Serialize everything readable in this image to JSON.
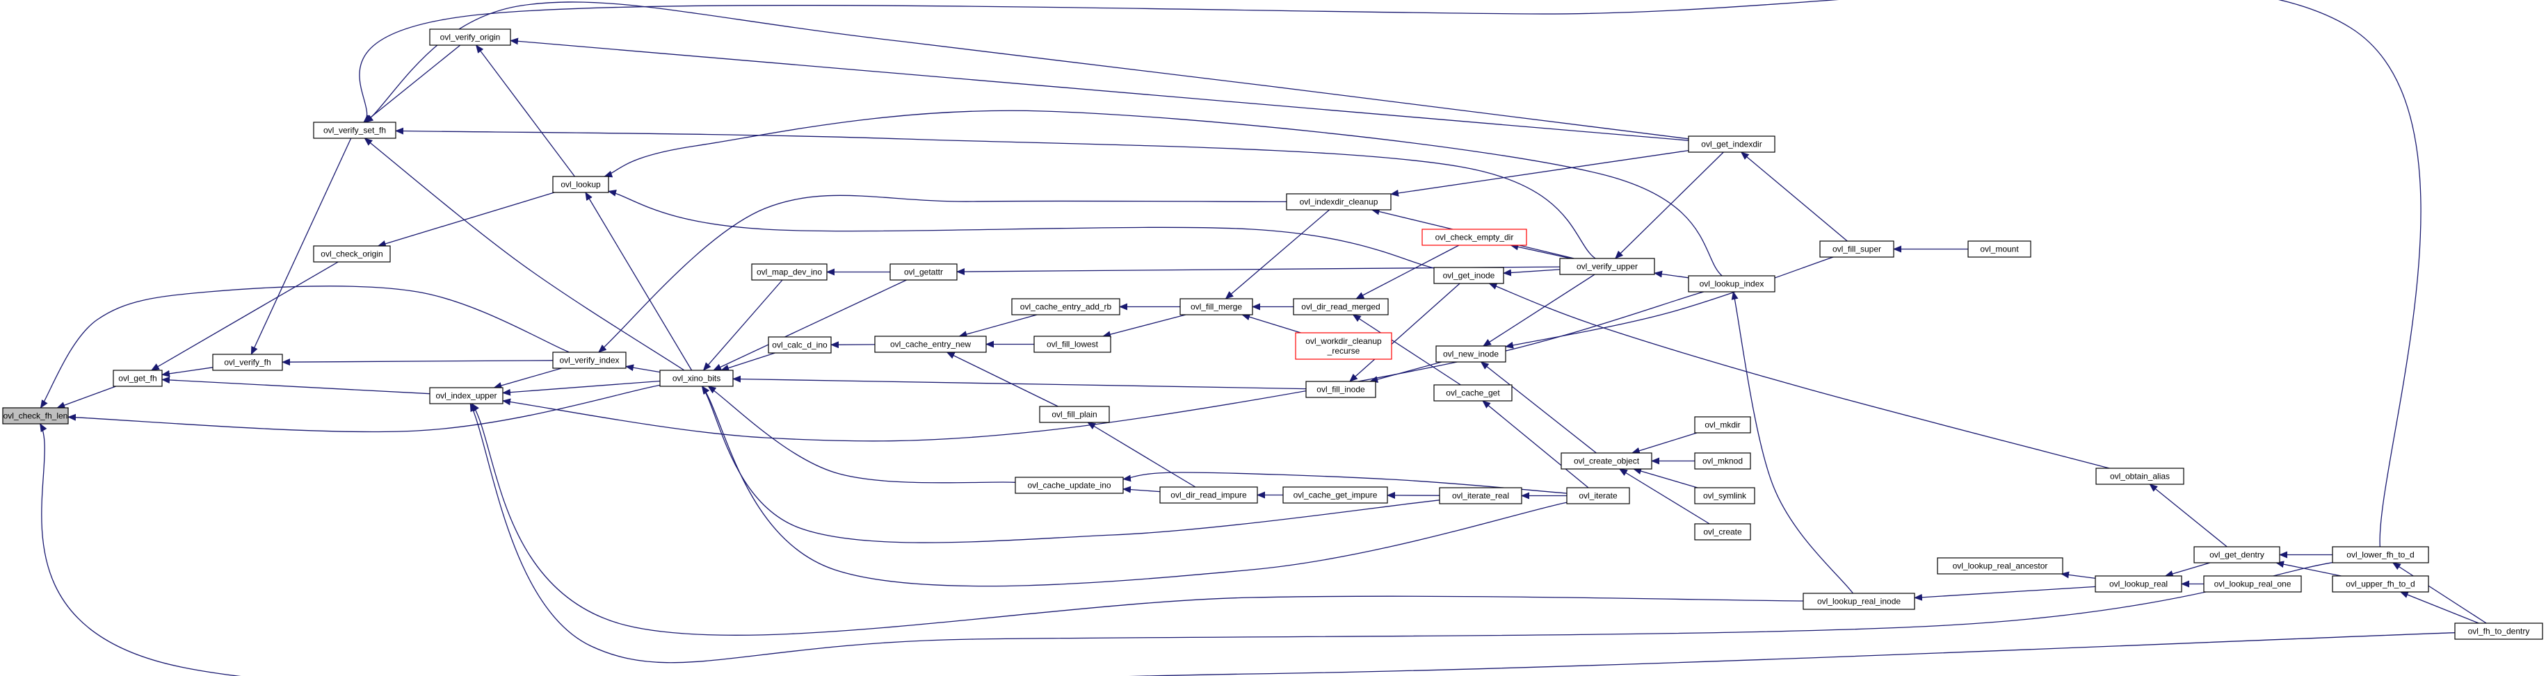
{
  "graph": {
    "title": "",
    "colors": {
      "edge": "#191970",
      "node_border": "#000000",
      "truncated_border": "#ff0000",
      "root_fill": "#bfbfbf",
      "background": "#ffffff"
    },
    "nodes": [
      {
        "id": "ovl_check_fh_len",
        "label": [
          "ovl_check_fh_len"
        ],
        "root": true
      },
      {
        "id": "ovl_get_fh",
        "label": [
          "ovl_get_fh"
        ]
      },
      {
        "id": "ovl_verify_set_fh",
        "label": [
          "ovl_verify_set_fh"
        ]
      },
      {
        "id": "ovl_check_origin",
        "label": [
          "ovl_check_origin"
        ]
      },
      {
        "id": "ovl_verify_fh",
        "label": [
          "ovl_verify_fh"
        ]
      },
      {
        "id": "ovl_index_upper",
        "label": [
          "ovl_index_upper"
        ]
      },
      {
        "id": "ovl_verify_origin",
        "label": [
          "ovl_verify_origin"
        ]
      },
      {
        "id": "ovl_lookup",
        "label": [
          "ovl_lookup"
        ]
      },
      {
        "id": "ovl_verify_index",
        "label": [
          "ovl_verify_index"
        ]
      },
      {
        "id": "ovl_xino_bits",
        "label": [
          "ovl_xino_bits"
        ]
      },
      {
        "id": "ovl_map_dev_ino",
        "label": [
          "ovl_map_dev_ino"
        ]
      },
      {
        "id": "ovl_calc_d_ino",
        "label": [
          "ovl_calc_d_ino"
        ]
      },
      {
        "id": "ovl_getattr",
        "label": [
          "ovl_getattr"
        ]
      },
      {
        "id": "ovl_cache_entry_add_rb",
        "label": [
          "ovl_cache_entry_add_rb"
        ]
      },
      {
        "id": "ovl_cache_entry_new",
        "label": [
          "ovl_cache_entry_new"
        ]
      },
      {
        "id": "ovl_fill_lowest",
        "label": [
          "ovl_fill_lowest"
        ]
      },
      {
        "id": "ovl_fill_plain",
        "label": [
          "ovl_fill_plain"
        ]
      },
      {
        "id": "ovl_cache_update_ino",
        "label": [
          "ovl_cache_update_ino"
        ]
      },
      {
        "id": "ovl_dir_read_impure",
        "label": [
          "ovl_dir_read_impure"
        ]
      },
      {
        "id": "ovl_fill_merge",
        "label": [
          "ovl_fill_merge"
        ]
      },
      {
        "id": "ovl_indexdir_cleanup",
        "label": [
          "ovl_indexdir_cleanup"
        ]
      },
      {
        "id": "ovl_dir_read_merged",
        "label": [
          "ovl_dir_read_merged"
        ]
      },
      {
        "id": "ovl_workdir_cleanup_recurse",
        "label": [
          "ovl_workdir_cleanup",
          "_recurse"
        ],
        "truncated": true
      },
      {
        "id": "ovl_fill_inode",
        "label": [
          "ovl_fill_inode"
        ]
      },
      {
        "id": "ovl_cache_get_impure",
        "label": [
          "ovl_cache_get_impure"
        ]
      },
      {
        "id": "ovl_check_empty_dir",
        "label": [
          "ovl_check_empty_dir"
        ],
        "truncated": true
      },
      {
        "id": "ovl_get_inode",
        "label": [
          "ovl_get_inode"
        ]
      },
      {
        "id": "ovl_new_inode",
        "label": [
          "ovl_new_inode"
        ]
      },
      {
        "id": "ovl_cache_get",
        "label": [
          "ovl_cache_get"
        ]
      },
      {
        "id": "ovl_iterate_real",
        "label": [
          "ovl_iterate_real"
        ]
      },
      {
        "id": "ovl_iterate",
        "label": [
          "ovl_iterate"
        ]
      },
      {
        "id": "ovl_create_object",
        "label": [
          "ovl_create_object"
        ]
      },
      {
        "id": "ovl_verify_upper",
        "label": [
          "ovl_verify_upper"
        ]
      },
      {
        "id": "ovl_mkdir",
        "label": [
          "ovl_mkdir"
        ]
      },
      {
        "id": "ovl_mknod",
        "label": [
          "ovl_mknod"
        ]
      },
      {
        "id": "ovl_symlink",
        "label": [
          "ovl_symlink"
        ]
      },
      {
        "id": "ovl_create",
        "label": [
          "ovl_create"
        ]
      },
      {
        "id": "ovl_get_indexdir",
        "label": [
          "ovl_get_indexdir"
        ]
      },
      {
        "id": "ovl_lookup_index",
        "label": [
          "ovl_lookup_index"
        ]
      },
      {
        "id": "ovl_fill_super",
        "label": [
          "ovl_fill_super"
        ]
      },
      {
        "id": "ovl_mount",
        "label": [
          "ovl_mount"
        ]
      },
      {
        "id": "ovl_lookup_real_inode",
        "label": [
          "ovl_lookup_real_inode"
        ]
      },
      {
        "id": "ovl_lookup_real_ancestor",
        "label": [
          "ovl_lookup_real_ancestor"
        ]
      },
      {
        "id": "ovl_lookup_real",
        "label": [
          "ovl_lookup_real"
        ]
      },
      {
        "id": "ovl_lookup_real_one",
        "label": [
          "ovl_lookup_real_one"
        ]
      },
      {
        "id": "ovl_obtain_alias",
        "label": [
          "ovl_obtain_alias"
        ]
      },
      {
        "id": "ovl_get_dentry",
        "label": [
          "ovl_get_dentry"
        ]
      },
      {
        "id": "ovl_upper_fh_to_d",
        "label": [
          "ovl_upper_fh_to_d"
        ]
      },
      {
        "id": "ovl_lower_fh_to_d",
        "label": [
          "ovl_lower_fh_to_d"
        ]
      },
      {
        "id": "ovl_fh_to_dentry",
        "label": [
          "ovl_fh_to_dentry"
        ]
      }
    ],
    "edges": [
      {
        "from": "ovl_get_fh",
        "to": "ovl_check_fh_len"
      },
      {
        "from": "ovl_verify_fh",
        "to": "ovl_get_fh"
      },
      {
        "from": "ovl_verify_set_fh",
        "to": "ovl_verify_fh"
      },
      {
        "from": "ovl_check_origin",
        "to": "ovl_get_fh"
      },
      {
        "from": "ovl_index_upper",
        "to": "ovl_get_fh"
      },
      {
        "from": "ovl_verify_index",
        "to": "ovl_check_fh_len"
      },
      {
        "from": "ovl_xino_bits",
        "to": "ovl_check_fh_len"
      },
      {
        "from": "ovl_verify_origin",
        "to": "ovl_verify_set_fh"
      },
      {
        "from": "ovl_get_indexdir",
        "to": "ovl_verify_set_fh"
      },
      {
        "from": "ovl_verify_upper",
        "to": "ovl_verify_set_fh"
      },
      {
        "from": "ovl_xino_bits",
        "to": "ovl_verify_set_fh"
      },
      {
        "from": "ovl_lookup",
        "to": "ovl_check_origin"
      },
      {
        "from": "ovl_verify_index",
        "to": "ovl_verify_fh"
      },
      {
        "from": "ovl_verify_index",
        "to": "ovl_index_upper"
      },
      {
        "from": "ovl_xino_bits",
        "to": "ovl_index_upper"
      },
      {
        "from": "ovl_lookup_index",
        "to": "ovl_index_upper"
      },
      {
        "from": "ovl_lookup_real_inode",
        "to": "ovl_index_upper"
      },
      {
        "from": "ovl_lower_fh_to_d",
        "to": "ovl_index_upper"
      },
      {
        "from": "ovl_fh_to_dentry",
        "to": "ovl_check_fh_len"
      },
      {
        "from": "ovl_lower_fh_to_d",
        "to": "ovl_verify_set_fh"
      },
      {
        "from": "ovl_lookup",
        "to": "ovl_verify_origin"
      },
      {
        "from": "ovl_get_indexdir",
        "to": "ovl_verify_origin"
      },
      {
        "from": "ovl_xino_bits",
        "to": "ovl_lookup"
      },
      {
        "from": "ovl_indexdir_cleanup",
        "to": "ovl_verify_index"
      },
      {
        "from": "ovl_xino_bits",
        "to": "ovl_verify_index"
      },
      {
        "from": "ovl_map_dev_ino",
        "to": "ovl_xino_bits"
      },
      {
        "from": "ovl_getattr",
        "to": "ovl_xino_bits"
      },
      {
        "from": "ovl_calc_d_ino",
        "to": "ovl_xino_bits"
      },
      {
        "from": "ovl_fill_inode",
        "to": "ovl_xino_bits"
      },
      {
        "from": "ovl_cache_update_ino",
        "to": "ovl_xino_bits"
      },
      {
        "from": "ovl_iterate_real",
        "to": "ovl_xino_bits"
      },
      {
        "from": "ovl_iterate",
        "to": "ovl_xino_bits"
      },
      {
        "from": "ovl_get_inode",
        "to": "ovl_lookup"
      },
      {
        "from": "ovl_lookup_index",
        "to": "ovl_lookup"
      },
      {
        "from": "ovl_getattr",
        "to": "ovl_map_dev_ino"
      },
      {
        "from": "ovl_verify_upper",
        "to": "ovl_getattr"
      },
      {
        "from": "ovl_cache_entry_new",
        "to": "ovl_calc_d_ino"
      },
      {
        "from": "ovl_cache_entry_add_rb",
        "to": "ovl_cache_entry_new"
      },
      {
        "from": "ovl_fill_lowest",
        "to": "ovl_cache_entry_new"
      },
      {
        "from": "ovl_fill_plain",
        "to": "ovl_cache_entry_new"
      },
      {
        "from": "ovl_fill_merge",
        "to": "ovl_cache_entry_add_rb"
      },
      {
        "from": "ovl_fill_merge",
        "to": "ovl_fill_lowest"
      },
      {
        "from": "ovl_dir_read_impure",
        "to": "ovl_fill_plain"
      },
      {
        "from": "ovl_dir_read_impure",
        "to": "ovl_cache_update_ino"
      },
      {
        "from": "ovl_iterate",
        "to": "ovl_cache_update_ino"
      },
      {
        "from": "ovl_cache_get_impure",
        "to": "ovl_dir_read_impure"
      },
      {
        "from": "ovl_iterate_real",
        "to": "ovl_cache_get_impure"
      },
      {
        "from": "ovl_iterate",
        "to": "ovl_iterate_real"
      },
      {
        "from": "ovl_dir_read_merged",
        "to": "ovl_fill_merge"
      },
      {
        "from": "ovl_indexdir_cleanup",
        "to": "ovl_fill_merge"
      },
      {
        "from": "ovl_workdir_cleanup_recurse",
        "to": "ovl_fill_merge"
      },
      {
        "from": "ovl_check_empty_dir",
        "to": "ovl_dir_read_merged"
      },
      {
        "from": "ovl_cache_get",
        "to": "ovl_dir_read_merged"
      },
      {
        "from": "ovl_iterate",
        "to": "ovl_cache_get"
      },
      {
        "from": "ovl_get_inode",
        "to": "ovl_fill_inode"
      },
      {
        "from": "ovl_new_inode",
        "to": "ovl_fill_inode"
      },
      {
        "from": "ovl_get_indexdir",
        "to": "ovl_indexdir_cleanup"
      },
      {
        "from": "ovl_verify_upper",
        "to": "ovl_indexdir_cleanup"
      },
      {
        "from": "ovl_verify_upper",
        "to": "ovl_check_empty_dir"
      },
      {
        "from": "ovl_verify_upper",
        "to": "ovl_get_inode"
      },
      {
        "from": "ovl_verify_upper",
        "to": "ovl_new_inode"
      },
      {
        "from": "ovl_lookup_index",
        "to": "ovl_verify_upper"
      },
      {
        "from": "ovl_get_indexdir",
        "to": "ovl_verify_upper"
      },
      {
        "from": "ovl_obtain_alias",
        "to": "ovl_get_inode"
      },
      {
        "from": "ovl_fill_super",
        "to": "ovl_new_inode"
      },
      {
        "from": "ovl_create_object",
        "to": "ovl_new_inode"
      },
      {
        "from": "ovl_mkdir",
        "to": "ovl_create_object"
      },
      {
        "from": "ovl_mknod",
        "to": "ovl_create_object"
      },
      {
        "from": "ovl_symlink",
        "to": "ovl_create_object"
      },
      {
        "from": "ovl_create",
        "to": "ovl_create_object"
      },
      {
        "from": "ovl_fill_super",
        "to": "ovl_get_indexdir"
      },
      {
        "from": "ovl_mount",
        "to": "ovl_fill_super"
      },
      {
        "from": "ovl_lookup_real_inode",
        "to": "ovl_lookup_index"
      },
      {
        "from": "ovl_lookup_real",
        "to": "ovl_lookup_real_inode"
      },
      {
        "from": "ovl_lookup_real",
        "to": "ovl_lookup_real_ancestor"
      },
      {
        "from": "ovl_lookup_real_one",
        "to": "ovl_lookup_real"
      },
      {
        "from": "ovl_get_dentry",
        "to": "ovl_lookup_real"
      },
      {
        "from": "ovl_get_dentry",
        "to": "ovl_obtain_alias"
      },
      {
        "from": "ovl_upper_fh_to_d",
        "to": "ovl_get_dentry"
      },
      {
        "from": "ovl_lower_fh_to_d",
        "to": "ovl_get_dentry"
      },
      {
        "from": "ovl_fh_to_dentry",
        "to": "ovl_upper_fh_to_d"
      },
      {
        "from": "ovl_fh_to_dentry",
        "to": "ovl_lower_fh_to_d"
      }
    ]
  }
}
